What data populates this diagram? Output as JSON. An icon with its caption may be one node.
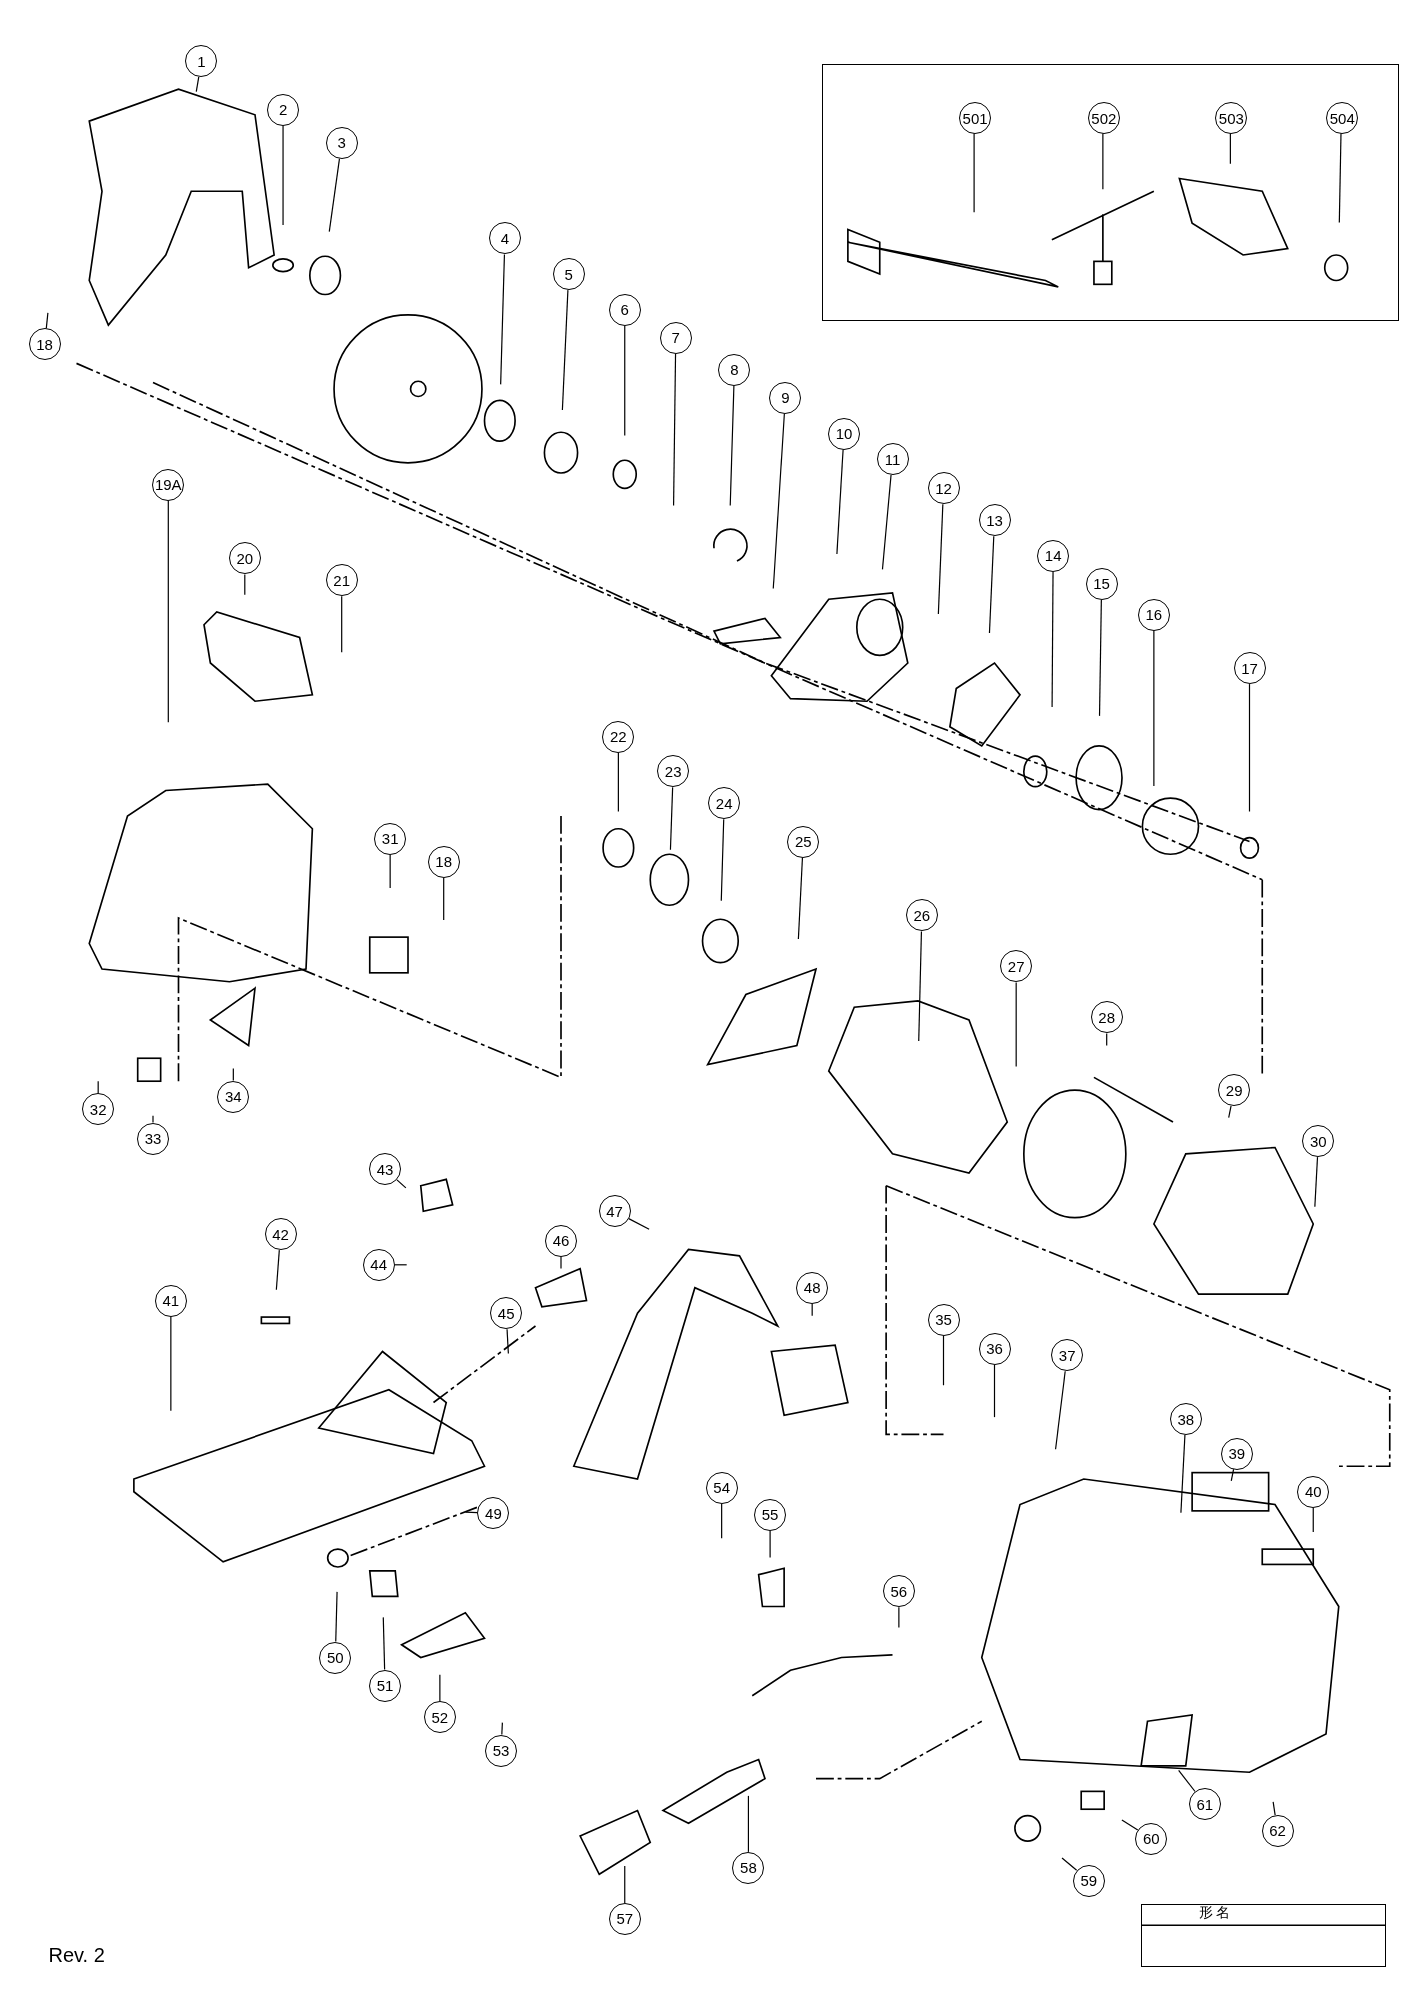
{
  "diagram": {
    "nodes": [
      {
        "text": [
          "1"
        ]
      },
      {
        "text": [
          "2"
        ]
      },
      {
        "text": [
          "3"
        ]
      },
      {
        "text": [
          "18"
        ]
      },
      {
        "text": [],
        "shape": "box"
      },
      {
        "text": [
          "501"
        ],
        "in": 4
      },
      {
        "text": [
          "502"
        ],
        "in": 4
      },
      {
        "text": [
          "503"
        ],
        "in": 4
      },
      {
        "text": [
          "504"
        ],
        "in": 4
      },
      {
        "text": [
          "4"
        ]
      },
      {
        "text": [
          "5"
        ]
      },
      {
        "text": [
          "6"
        ]
      },
      {
        "text": [
          "7"
        ]
      },
      {
        "text": [
          "8"
        ]
      },
      {
        "text": [
          "9"
        ]
      },
      {
        "text": [
          "10"
        ]
      },
      {
        "text": [
          "11"
        ]
      },
      {
        "text": [
          "12"
        ]
      },
      {
        "text": [
          "13"
        ]
      },
      {
        "text": [
          "14"
        ]
      },
      {
        "text": [
          "15"
        ]
      },
      {
        "text": [
          "16"
        ]
      },
      {
        "text": [
          "17"
        ]
      },
      {
        "text": [
          "19A"
        ]
      },
      {
        "text": [
          "20"
        ]
      },
      {
        "text": [
          "21"
        ]
      },
      {
        "text": [
          "22"
        ]
      },
      {
        "text": [
          "23"
        ]
      },
      {
        "text": [
          "24"
        ]
      },
      {
        "text": [
          "25"
        ]
      },
      {
        "text": [
          "26"
        ]
      },
      {
        "text": [
          "27"
        ]
      },
      {
        "text": [
          "28"
        ]
      },
      {
        "text": [
          "29"
        ]
      },
      {
        "text": [
          "30"
        ]
      },
      {
        "text": [
          "31"
        ]
      },
      {
        "text": [
          "18"
        ]
      },
      {
        "text": [
          "32"
        ]
      },
      {
        "text": [
          "33"
        ]
      },
      {
        "text": [
          "34"
        ]
      },
      {
        "text": [
          "43"
        ]
      },
      {
        "text": [
          "42"
        ]
      },
      {
        "text": [
          "44"
        ]
      },
      {
        "text": [
          "45"
        ]
      },
      {
        "text": [
          "46"
        ]
      },
      {
        "text": [
          "47"
        ]
      },
      {
        "text": [
          "48"
        ]
      },
      {
        "text": [
          "41"
        ]
      },
      {
        "text": [
          "35"
        ]
      },
      {
        "text": [
          "36"
        ]
      },
      {
        "text": [
          "37"
        ]
      },
      {
        "text": [
          "38"
        ]
      },
      {
        "text": [
          "39"
        ]
      },
      {
        "text": [
          "40"
        ]
      },
      {
        "text": [
          "54"
        ]
      },
      {
        "text": [
          "49"
        ]
      },
      {
        "text": [
          "55"
        ]
      },
      {
        "text": [
          "56"
        ]
      },
      {
        "text": [
          "50"
        ]
      },
      {
        "text": [
          "51"
        ]
      },
      {
        "text": [
          "52"
        ]
      },
      {
        "text": [
          "53"
        ]
      },
      {
        "text": [
          "61"
        ]
      },
      {
        "text": [
          "62"
        ]
      },
      {
        "text": [
          "60"
        ]
      },
      {
        "text": [
          "58"
        ]
      },
      {
        "text": [
          "59"
        ]
      },
      {
        "text": [
          "57"
        ]
      }
    ],
    "edges": [
      {
        "from": 0,
        "to": null,
        "arrow": "none"
      },
      {
        "from": 1,
        "to": null,
        "arrow": "none"
      },
      {
        "from": 2,
        "to": null,
        "arrow": "none"
      },
      {
        "from": 3,
        "to": null,
        "arrow": "none"
      },
      {
        "from": 5,
        "to": null,
        "arrow": "none"
      },
      {
        "from": 6,
        "to": null,
        "arrow": "none"
      },
      {
        "from": 7,
        "to": null,
        "arrow": "none"
      },
      {
        "from": 8,
        "to": null,
        "arrow": "none"
      },
      {
        "from": 9,
        "to": null,
        "arrow": "none"
      },
      {
        "from": 10,
        "to": null,
        "arrow": "none"
      },
      {
        "from": 11,
        "to": null,
        "arrow": "none"
      },
      {
        "from": 12,
        "to": null,
        "arrow": "none"
      },
      {
        "from": 13,
        "to": null,
        "arrow": "none"
      },
      {
        "from": 14,
        "to": null,
        "arrow": "none"
      },
      {
        "from": 15,
        "to": null,
        "arrow": "none"
      },
      {
        "from": 16,
        "to": null,
        "arrow": "none"
      },
      {
        "from": 17,
        "to": null,
        "arrow": "none"
      },
      {
        "from": 18,
        "to": null,
        "arrow": "none"
      },
      {
        "from": 19,
        "to": null,
        "arrow": "none"
      },
      {
        "from": 20,
        "to": null,
        "arrow": "none"
      },
      {
        "from": 21,
        "to": null,
        "arrow": "none"
      },
      {
        "from": 22,
        "to": null,
        "arrow": "none"
      },
      {
        "from": 23,
        "to": null,
        "arrow": "none"
      },
      {
        "from": 24,
        "to": null,
        "arrow": "none"
      },
      {
        "from": 25,
        "to": null,
        "arrow": "none"
      },
      {
        "from": 26,
        "to": null,
        "arrow": "none"
      },
      {
        "from": 27,
        "to": null,
        "arrow": "none"
      },
      {
        "from": 28,
        "to": null,
        "arrow": "none"
      },
      {
        "from": 29,
        "to": null,
        "arrow": "none"
      },
      {
        "from": 30,
        "to": null,
        "arrow": "none"
      },
      {
        "from": 31,
        "to": null,
        "arrow": "none"
      },
      {
        "from": 32,
        "to": null,
        "arrow": "none"
      },
      {
        "from": 33,
        "to": null,
        "arrow": "none"
      },
      {
        "from": 34,
        "to": null,
        "arrow": "none"
      },
      {
        "from": 35,
        "to": null,
        "arrow": "none"
      },
      {
        "from": 36,
        "to": null,
        "arrow": "none"
      },
      {
        "from": 37,
        "to": null,
        "arrow": "none"
      },
      {
        "from": 38,
        "to": null,
        "arrow": "none"
      },
      {
        "from": 39,
        "to": null,
        "arrow": "none"
      },
      {
        "from": 40,
        "to": null,
        "arrow": "none"
      },
      {
        "from": 41,
        "to": null,
        "arrow": "none"
      },
      {
        "from": 42,
        "to": null,
        "arrow": "none"
      },
      {
        "from": 43,
        "to": null,
        "arrow": "none"
      },
      {
        "from": 44,
        "to": null,
        "arrow": "none"
      },
      {
        "from": 45,
        "to": null,
        "arrow": "none"
      },
      {
        "from": 46,
        "to": null,
        "arrow": "none"
      },
      {
        "from": 47,
        "to": null,
        "arrow": "none"
      },
      {
        "from": 48,
        "to": null,
        "arrow": "none"
      },
      {
        "from": 49,
        "to": null,
        "arrow": "none"
      },
      {
        "from": 50,
        "to": null,
        "arrow": "none"
      },
      {
        "from": 51,
        "to": null,
        "arrow": "none"
      },
      {
        "from": 52,
        "to": null,
        "arrow": "none"
      },
      {
        "from": 53,
        "to": null,
        "arrow": "none"
      },
      {
        "from": 54,
        "to": null,
        "arrow": "none"
      },
      {
        "from": 55,
        "to": null,
        "arrow": "none"
      },
      {
        "from": 56,
        "to": null,
        "arrow": "none"
      },
      {
        "from": 57,
        "to": null,
        "arrow": "none"
      },
      {
        "from": 58,
        "to": null,
        "arrow": "none"
      },
      {
        "from": 59,
        "to": null,
        "arrow": "none"
      },
      {
        "from": 60,
        "to": null,
        "arrow": "none"
      },
      {
        "from": 61,
        "to": null,
        "arrow": "none"
      },
      {
        "from": 62,
        "to": null,
        "arrow": "none"
      },
      {
        "from": 63,
        "to": null,
        "arrow": "none"
      },
      {
        "from": 64,
        "to": null,
        "arrow": "none"
      },
      {
        "from": 65,
        "to": null,
        "arrow": "none"
      },
      {
        "from": 66,
        "to": null,
        "arrow": "none"
      },
      {
        "from": 67,
        "to": null,
        "arrow": "none"
      }
    ],
    "labels": [
      "形 名",
      "Rev. 2"
    ]
  }
}
